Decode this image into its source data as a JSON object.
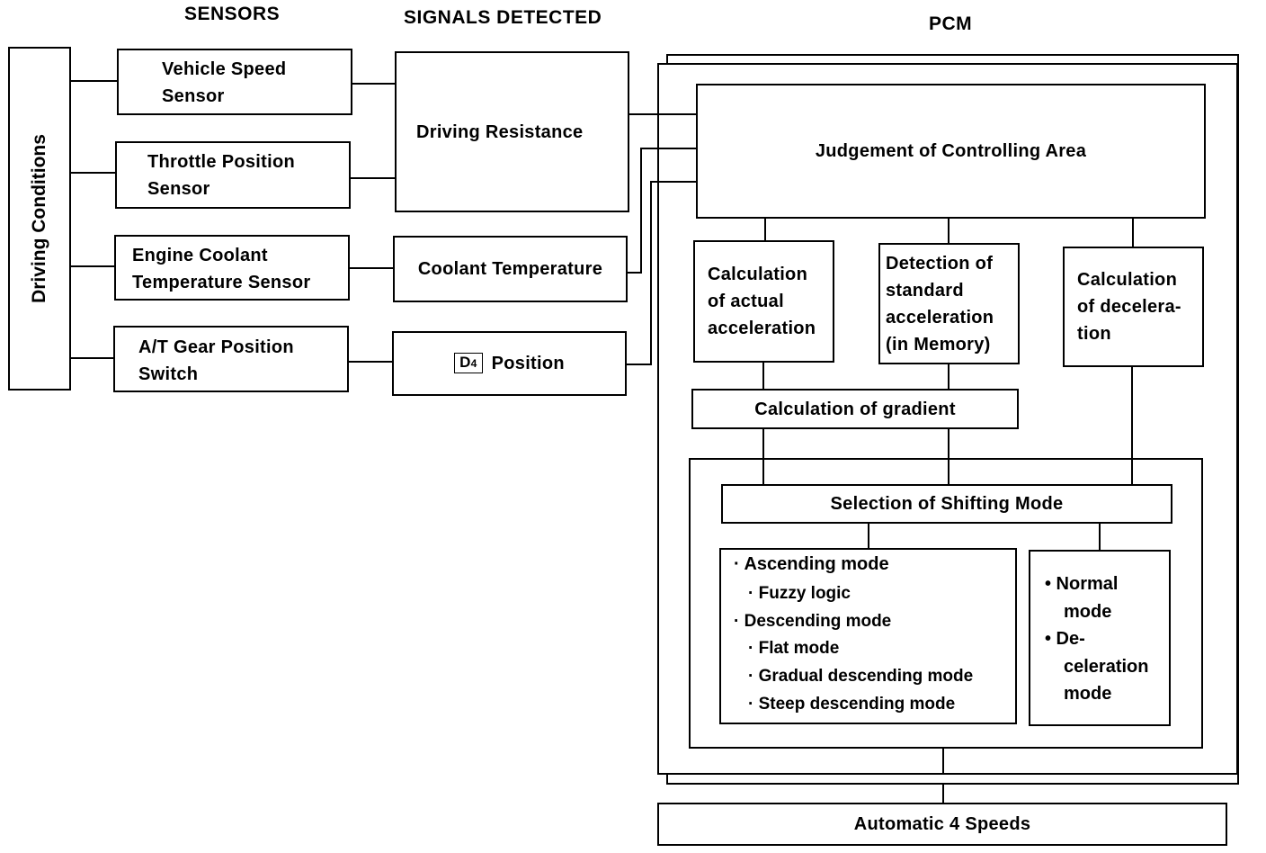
{
  "headers": {
    "sensors": "SENSORS",
    "signals": "SIGNALS DETECTED",
    "pcm": "PCM"
  },
  "driving_conditions": "Driving Conditions",
  "sensors": {
    "vehicle_speed": [
      "Vehicle Speed",
      "Sensor"
    ],
    "throttle_position": [
      "Throttle Position",
      "Sensor"
    ],
    "engine_coolant": [
      "Engine Coolant",
      "Temperature Sensor"
    ],
    "gear_position": [
      "A/T Gear Position",
      "Switch"
    ]
  },
  "signals": {
    "driving_resistance": "Driving Resistance",
    "coolant_temperature": "Coolant Temperature",
    "d4_label": "D",
    "d4_sub": "4",
    "position": "Position"
  },
  "pcm": {
    "judgement": "Judgement of Controlling Area",
    "calc_actual": [
      "Calculation",
      "of actual",
      "acceleration"
    ],
    "detect_standard": [
      "Detection of",
      "standard",
      "acceleration",
      "(in Memory)"
    ],
    "calc_decel": [
      "Calculation",
      "of decelera-",
      "tion"
    ],
    "calc_gradient": "Calculation of gradient",
    "selection": "Selection of Shifting Mode",
    "left_modes": [
      "· Ascending mode",
      "· Fuzzy logic",
      "· Descending mode",
      "· Flat mode",
      "· Gradual descending mode",
      "· Steep descending mode"
    ],
    "right_modes": [
      "• Normal",
      "mode",
      "• De-",
      "celeration",
      "mode"
    ]
  },
  "output": "Automatic 4 Speeds"
}
